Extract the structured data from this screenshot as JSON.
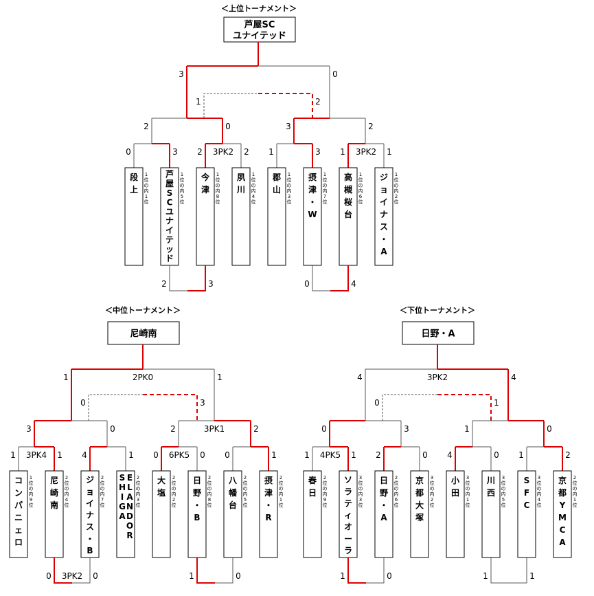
{
  "colors": {
    "win": "#dd0000",
    "loss": "#555555",
    "box": "#000000"
  },
  "tournaments": [
    {
      "id": "upper",
      "heading": "＜上位トーナメント＞",
      "winner": [
        "芦屋SC",
        "ユナイテッド"
      ],
      "teams": [
        {
          "name": "段上",
          "rank": "1位の内1位"
        },
        {
          "name": "芦屋SCユナイテッド",
          "rank": "1位の内5位"
        },
        {
          "name": "今津",
          "rank": "1位の内8位"
        },
        {
          "name": "夙川",
          "rank": "1位の内4位"
        },
        {
          "name": "郡山",
          "rank": "1位の内3位"
        },
        {
          "name": "摂津・W",
          "rank": "1位の内7位"
        },
        {
          "name": "高槻桜台",
          "rank": "1位の内6位"
        },
        {
          "name": "ジョイナス・A",
          "rank": "1位の内2位"
        }
      ],
      "scores": {
        "r1": [
          [
            "0",
            "3"
          ],
          [
            "2",
            "2"
          ],
          [
            "1",
            "3"
          ],
          [
            "1",
            "1"
          ]
        ],
        "r1_pk": [
          "",
          "3PK2",
          "",
          "3PK2"
        ],
        "semi": [
          [
            "2",
            "0"
          ],
          [
            "3",
            "2"
          ]
        ],
        "final": [
          "3",
          "0"
        ],
        "final_pk": "",
        "third": [
          "1",
          "2"
        ],
        "lower": [
          [
            "2",
            "3"
          ],
          [
            "0",
            "4"
          ]
        ],
        "lower_pk": [
          "",
          ""
        ]
      }
    },
    {
      "id": "middle",
      "heading": "＜中位トーナメント＞",
      "winner": [
        "尼崎南"
      ],
      "teams": [
        {
          "name": "コンパニェロ",
          "rank": "1位の内9位"
        },
        {
          "name": "尼崎南",
          "rank": "2位の内4位"
        },
        {
          "name": "ジョイナス・B",
          "rank": "2位の内7位"
        },
        {
          "name": "SHIGA ELANDOR",
          "rank": "2位の内3位"
        },
        {
          "name": "大塩",
          "rank": "2位の内2位"
        },
        {
          "name": "日野・B",
          "rank": "2位の内8位"
        },
        {
          "name": "八幡台",
          "rank": "2位の内5位"
        },
        {
          "name": "摂津・R",
          "rank": "2位の内1位"
        }
      ],
      "scores": {
        "r1": [
          [
            "1",
            "1"
          ],
          [
            "4",
            "1"
          ],
          [
            "0",
            "0"
          ],
          [
            "0",
            "1"
          ]
        ],
        "r1_pk": [
          "3PK4",
          "",
          "6PK5",
          ""
        ],
        "semi": [
          [
            "3",
            "0"
          ],
          [
            "2",
            "2"
          ]
        ],
        "semi_pk": [
          "",
          "3PK1"
        ],
        "final": [
          "1",
          "1"
        ],
        "final_pk": "2PK0",
        "third": [
          "0",
          "3"
        ],
        "lower": [
          [
            "0",
            "0"
          ],
          [
            "1",
            "0"
          ]
        ],
        "lower_pk": [
          "3PK2",
          ""
        ]
      }
    },
    {
      "id": "lower",
      "heading": "＜下位トーナメント＞",
      "winner": [
        "日野・A"
      ],
      "teams": [
        {
          "name": "春日",
          "rank": "2位の内9位"
        },
        {
          "name": "ソラティオーラ",
          "rank": "3位の内3位"
        },
        {
          "name": "日野・A",
          "rank": "2位の内6位"
        },
        {
          "name": "京都大塚",
          "rank": "3位の内2位"
        },
        {
          "name": "小田",
          "rank": "3位の内1位"
        },
        {
          "name": "川西",
          "rank": "3位の内5位"
        },
        {
          "name": "SFC",
          "rank": "3位の内4位"
        },
        {
          "name": "京都YMCA",
          "rank": "2位の内1位"
        }
      ],
      "scores": {
        "r1": [
          [
            "1",
            "1"
          ],
          [
            "2",
            "0"
          ],
          [
            "4",
            "0"
          ],
          [
            "1",
            "2"
          ]
        ],
        "r1_pk": [
          "4PK5",
          "",
          "",
          ""
        ],
        "semi": [
          [
            "0",
            "3"
          ],
          [
            "1",
            "0"
          ]
        ],
        "semi_pk": [
          "",
          ""
        ],
        "final": [
          "4",
          "4"
        ],
        "final_pk": "3PK2",
        "third": [
          "0",
          "1"
        ],
        "lower": [
          [
            "1",
            "0"
          ],
          [
            "1",
            "1"
          ]
        ],
        "lower_pk": [
          "",
          ""
        ]
      }
    }
  ]
}
